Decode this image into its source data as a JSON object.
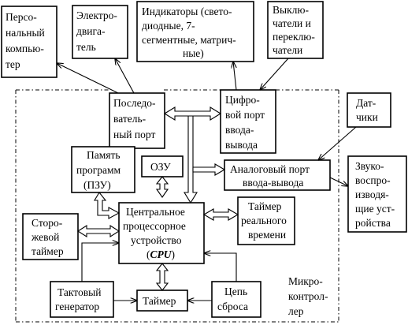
{
  "blocks": {
    "pc": {
      "lines": [
        "Персо-",
        "нальный",
        "компью-",
        "тер"
      ]
    },
    "motor": {
      "lines": [
        "Электро-",
        "двига-",
        "тель"
      ]
    },
    "indicators": {
      "lines": [
        "Индикаторы (свето-",
        "диодные, 7-",
        "сегментные, матрич-",
        "ные)"
      ]
    },
    "switches": {
      "lines": [
        "Выклю-",
        "чатели и",
        "переклю-",
        "чатели"
      ]
    },
    "serial": {
      "lines": [
        "Последо-",
        "ватель-",
        "ный порт"
      ]
    },
    "digital": {
      "lines": [
        "Цифро-",
        "вой порт",
        "ввода-",
        "вывода"
      ]
    },
    "sensors": {
      "lines": [
        "Дат-",
        "чики"
      ]
    },
    "progmem": {
      "lines": [
        "Память",
        "программ",
        "(ПЗУ)"
      ]
    },
    "ram": {
      "lines": [
        "ОЗУ"
      ]
    },
    "analog": {
      "lines": [
        "Аналоговый порт",
        "ввода-вывода"
      ]
    },
    "sound": {
      "lines": [
        "Звуко-",
        "воспро-",
        "изводя-",
        "щие уст-",
        "ройства"
      ]
    },
    "watchdog": {
      "lines": [
        "Сторо-",
        "жевой",
        "таймер"
      ]
    },
    "cpu": {
      "lines": [
        "Центральное",
        "процессорное",
        "устройство"
      ],
      "emph_prefix": "(",
      "emph": "CPU",
      "emph_suffix": ")"
    },
    "rtc": {
      "lines": [
        "Таймер",
        "реального",
        "времени"
      ]
    },
    "clock": {
      "lines": [
        "Тактовый",
        "генератор"
      ]
    },
    "timer": {
      "lines": [
        "Таймер"
      ]
    },
    "reset": {
      "lines": [
        "Цепь",
        "сброса"
      ]
    },
    "mcu": {
      "lines": [
        "Микро-",
        "контрол-",
        "лер"
      ]
    }
  }
}
